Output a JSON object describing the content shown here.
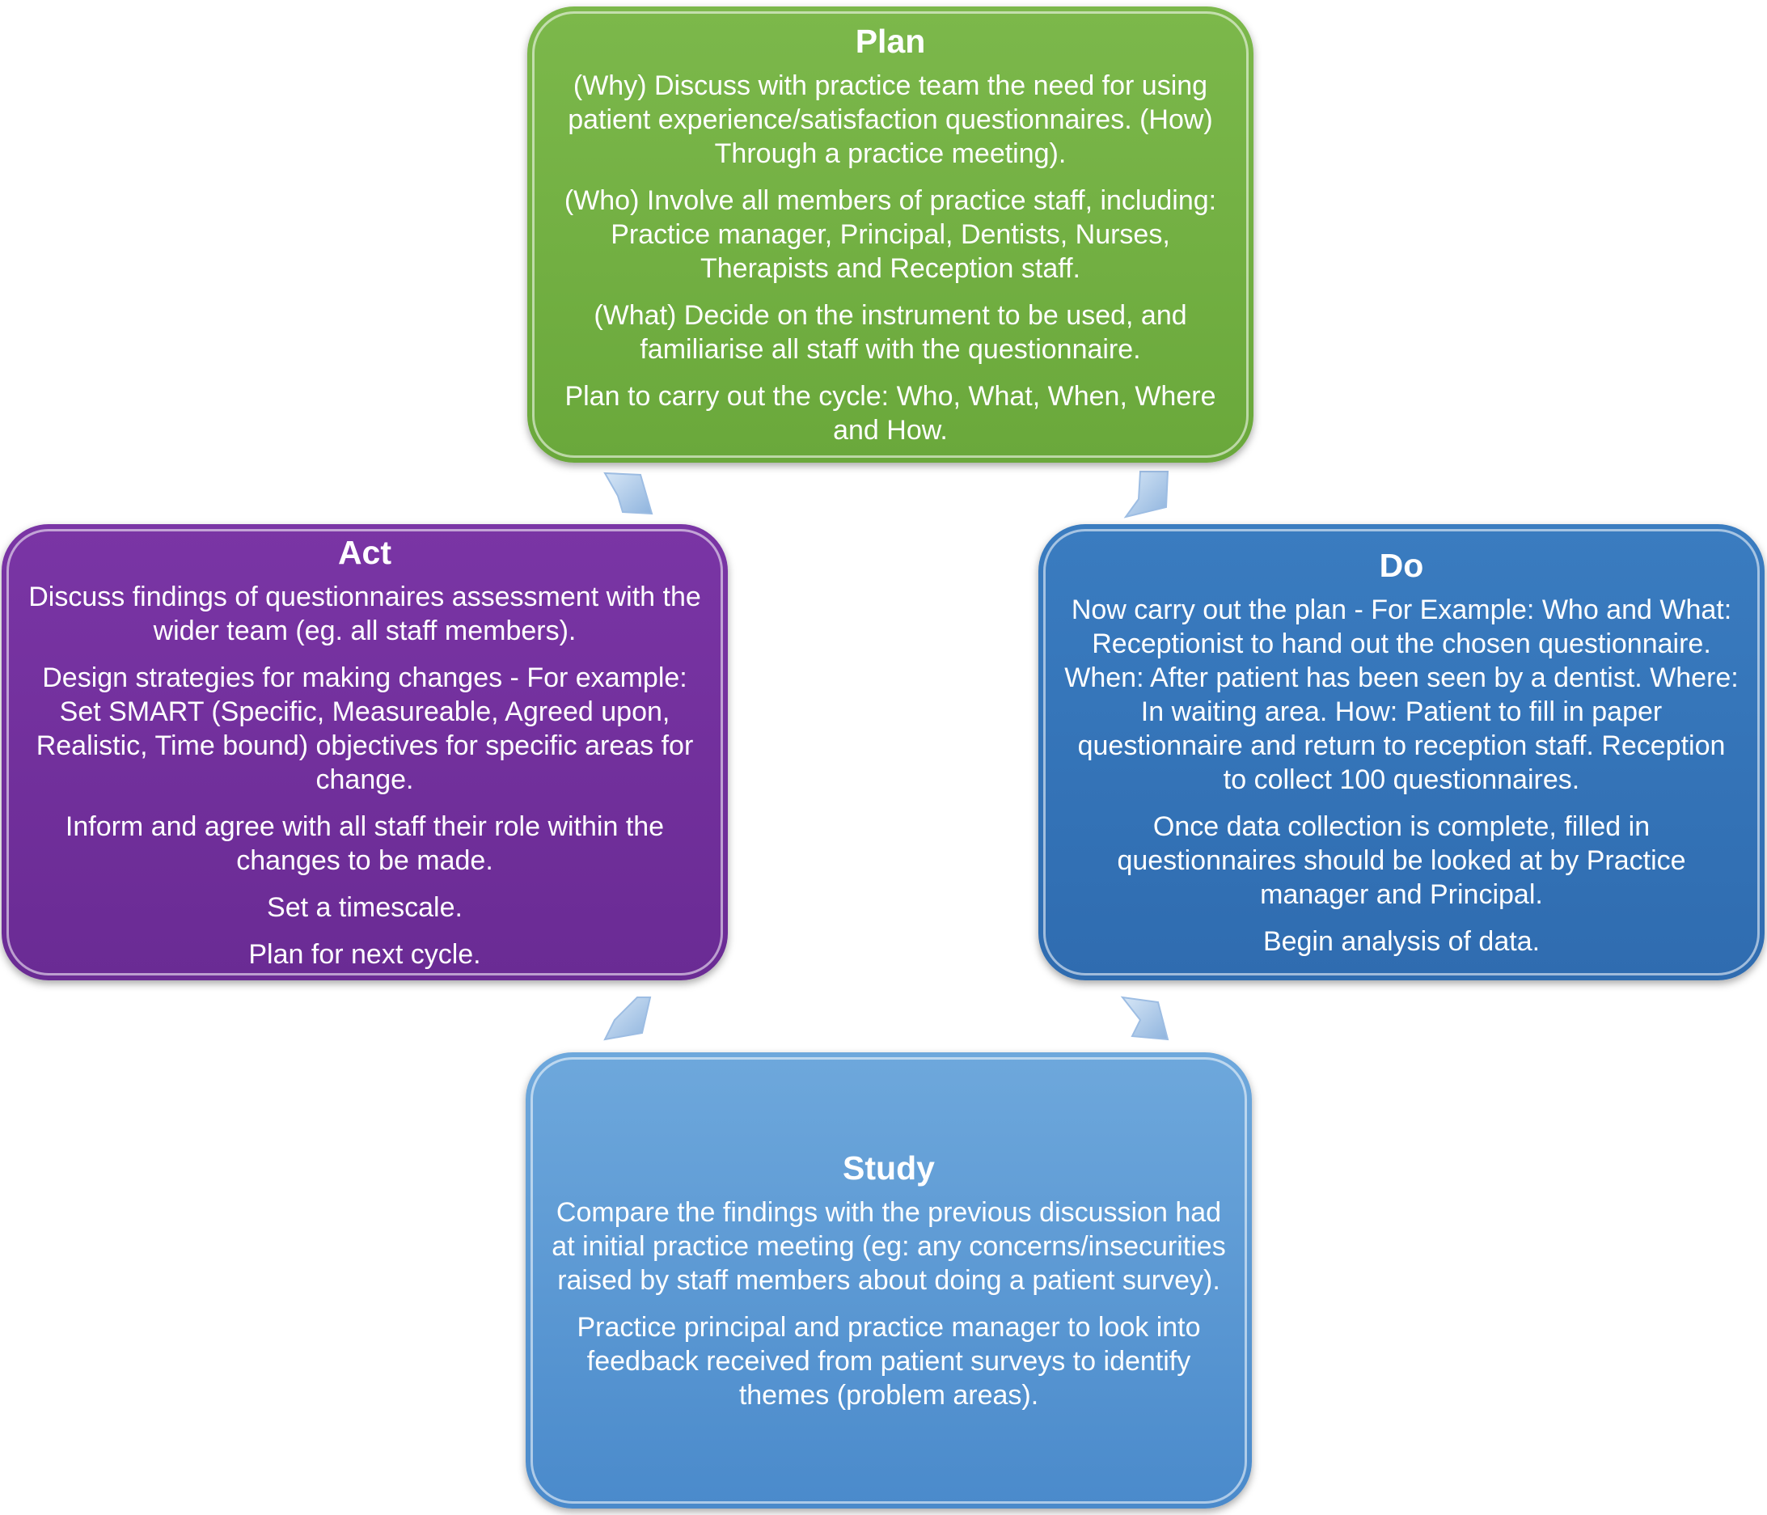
{
  "diagram": {
    "plan": {
      "title": "Plan",
      "paragraphs": [
        "(Why) Discuss with practice team the need for using patient experience/satisfaction questionnaires. (How) Through a practice meeting).",
        "(Who) Involve all members of practice staff, including: Practice manager, Principal, Dentists, Nurses, Therapists and Reception staff.",
        "(What) Decide on the instrument to be used, and familiarise all staff with the questionnaire.",
        "Plan to carry out the cycle: Who, What, When, Where and How."
      ],
      "color": "#70ad47"
    },
    "do": {
      "title": "Do",
      "paragraphs": [
        "Now carry out the plan - For Example: Who and What: Receptionist to hand out the chosen questionnaire. When: After patient has been seen by a dentist. Where: In waiting area. How: Patient to fill in paper questionnaire and return to reception staff. Reception to collect 100 questionnaires.",
        "Once data collection is complete, filled in questionnaires should be looked at by Practice manager and Principal.",
        "Begin analysis of data."
      ],
      "color": "#2e75b6"
    },
    "study": {
      "title": "Study",
      "paragraphs": [
        "Compare the findings with the previous discussion had at initial practice meeting (eg: any concerns/insecurities raised by staff members about doing a patient survey).",
        "Practice principal and practice manager to look into feedback received from patient surveys to identify themes (problem areas)."
      ],
      "color": "#5b9bd5"
    },
    "act": {
      "title": "Act",
      "paragraphs": [
        "Discuss findings of questionnaires assessment with the wider team (eg. all staff members).",
        "Design strategies for making changes  - For example: Set SMART (Specific, Measureable, Agreed upon, Realistic, Time bound) objectives for specific areas for change.",
        "Inform and agree with all staff their role within the changes to be made.",
        "Set a timescale.",
        "Plan for next cycle."
      ],
      "color": "#7030a0"
    },
    "arrow_color": "#a9c6e8"
  }
}
